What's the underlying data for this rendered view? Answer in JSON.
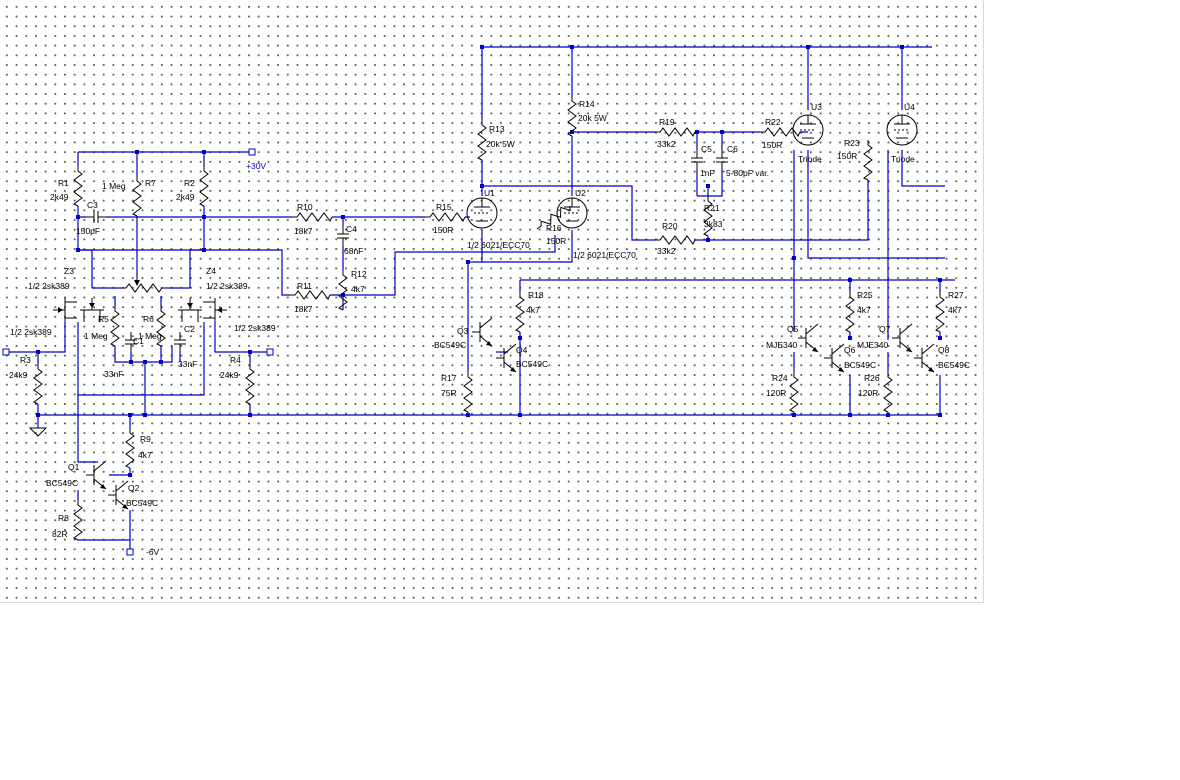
{
  "labels": {
    "vplus": "+30V",
    "vminus": "-6V",
    "r1": "R1",
    "r1v": "2k49",
    "r2": "R2",
    "r2v": "2k49",
    "r7": "R7",
    "r7v": "1 Meg",
    "c3": "C3",
    "c3v": "150pF",
    "r10": "R10",
    "r10v": "18k7",
    "r11": "R11",
    "r11v": "18k7",
    "c4": "C4",
    "c4v": "68nF",
    "r12": "R12",
    "r12v": "4k7",
    "z3": "Z3",
    "z3v": "1/2 2sk389",
    "z4": "Z4",
    "z4v": "1/2 2sk389",
    "z1v": "1/2 2sk389",
    "z2v": "1/2 2sk389",
    "r5": "R5",
    "r5v": "1 Meg",
    "r6": "R6",
    "r6v": "1 Meg",
    "c1": "C1",
    "c1v": "33nF",
    "c2": "C2",
    "c2v": "33nF",
    "r3": "R3",
    "r3v": "24k9",
    "r4": "R4",
    "r4v": "24k9",
    "r9": "R9",
    "r9v": "4k7",
    "q1": "Q1",
    "q1v": "BC549C",
    "q2": "Q2",
    "q2v": "BC549C",
    "r8": "R8",
    "r8v": "82R",
    "r13": "R13",
    "r13v": "20k 5W",
    "r14": "R14",
    "r14v": "20k 5W",
    "r15": "R15",
    "r15v": "150R",
    "r16": "R16",
    "r16v": "150R",
    "u1": "U1",
    "u1v": "1/2 6021/ECC70",
    "u2": "U2",
    "u2v": "1/2 6021/ECC70",
    "r19": "R19",
    "r19v": "33k2",
    "r20": "R20",
    "r20v": "33k2",
    "c5": "C5",
    "c5v": "1nF",
    "c6": "C6",
    "c6v": "5-80pF var.",
    "r21": "R21",
    "r21v": "3k83",
    "r22": "R22",
    "r22v": "150R",
    "r23": "R23",
    "r23v": "150R",
    "u3": "U3",
    "u3v": "Triode",
    "u4": "U4",
    "u4v": "Triode",
    "q3": "Q3",
    "q3v": "BC549C",
    "q4": "Q4",
    "q4v": "BC549C",
    "r17": "R17",
    "r17v": "75R",
    "r18": "R18",
    "r18v": "4k7",
    "q5": "Q5",
    "q5v": "MJE340",
    "q6": "Q6",
    "q6v": "BC549C",
    "q7": "Q7",
    "q7v": "MJE340",
    "q8": "Q8",
    "q8v": "BC549C",
    "r24": "R24",
    "r24v": "120R",
    "r25": "R25",
    "r25v": "4k7",
    "r26": "R26",
    "r26v": "120R",
    "r27": "R27",
    "r27v": "4k7"
  },
  "colors": {
    "wire": "#0000cc",
    "component": "#000000",
    "grid_dot": "#5a5a5a"
  }
}
